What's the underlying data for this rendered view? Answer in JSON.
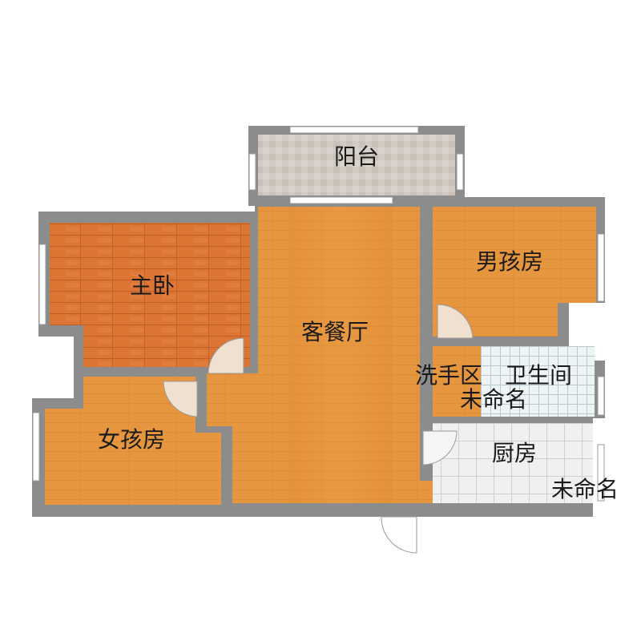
{
  "floor_plan": {
    "rooms": {
      "balcony": "阳台",
      "master_bedroom": "主卧",
      "living_dining": "客餐厅",
      "boy_room": "男孩房",
      "girl_room": "女孩房",
      "wash_area": "洗手区",
      "bathroom": "卫生间",
      "unnamed_1": "未命名",
      "kitchen": "厨房",
      "unnamed_2": "未命名"
    },
    "colors": {
      "wall": "#8c8c8c",
      "wood_floor": "#e89a3c",
      "dark_wood": "#d86a2a",
      "balcony_tile": "#cfc8c0",
      "bath_tile": "#e6eef2",
      "kitchen_tile": "#ececec",
      "window": "#ffffff"
    }
  }
}
